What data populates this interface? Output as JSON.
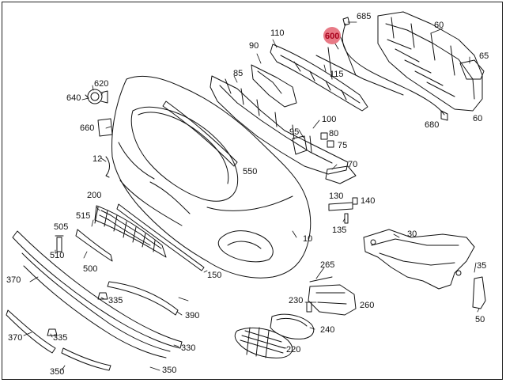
{
  "diagram": {
    "highlight_color": "#e87a86",
    "highlighted_part": "600",
    "labels": {
      "l685": "685",
      "l600": "600",
      "l60a": "60",
      "l65": "65",
      "l110": "110",
      "l90": "90",
      "l620": "620",
      "l640": "640",
      "l85": "85",
      "l115": "115",
      "l660": "660",
      "l100": "100",
      "l95": "95",
      "l80": "80",
      "l75": "75",
      "l680": "680",
      "l60b": "60",
      "l12": "12",
      "l550": "550",
      "l70": "70",
      "l200": "200",
      "l130": "130",
      "l140": "140",
      "l515": "515",
      "l10": "10",
      "l505": "505",
      "l135": "135",
      "l30": "30",
      "l510": "510",
      "l500": "500",
      "l150": "150",
      "l265": "265",
      "l35": "35",
      "l370a": "370",
      "l230": "230",
      "l260": "260",
      "l335a": "335",
      "l390": "390",
      "l50": "50",
      "l240": "240",
      "l370b": "370",
      "l335b": "335",
      "l220": "220",
      "l330": "330",
      "l350a": "350",
      "l350b": "350"
    }
  }
}
